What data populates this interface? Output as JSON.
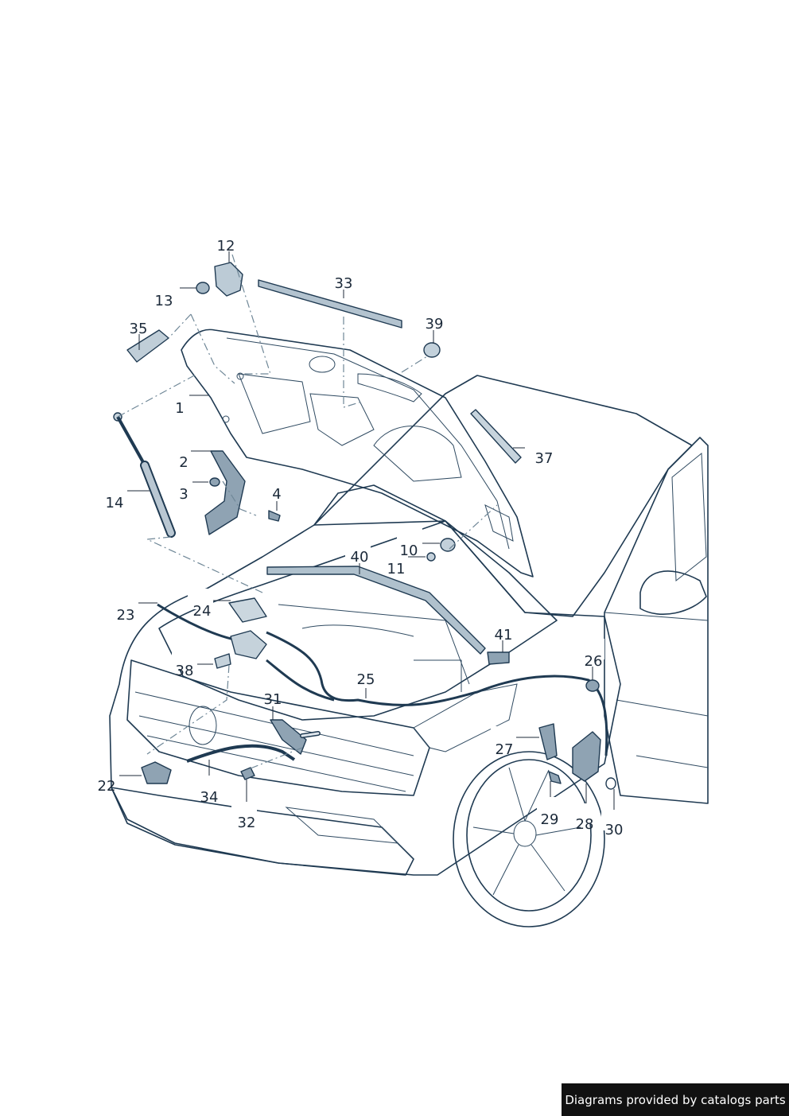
{
  "credit": "Diagrams provided by catalogs parts",
  "callouts": {
    "c1": "1",
    "c2": "2",
    "c3": "3",
    "c4": "4",
    "c10": "10",
    "c11": "11",
    "c12": "12",
    "c13": "13",
    "c14": "14",
    "c22": "22",
    "c23": "23",
    "c24": "24",
    "c25": "25",
    "c26": "26",
    "c27": "27",
    "c28": "28",
    "c29": "29",
    "c30": "30",
    "c31": "31",
    "c32": "32",
    "c33": "33",
    "c34": "34",
    "c35": "35",
    "c37": "37",
    "c38": "38",
    "c39": "39",
    "c40": "40",
    "c41": "41"
  },
  "colors": {
    "body_light": "#dfe6ec",
    "body_mid": "#b9c8d3",
    "body_dark": "#8ea4b4",
    "outline": "#1f3a52",
    "part_fill": "#c5d2db"
  }
}
